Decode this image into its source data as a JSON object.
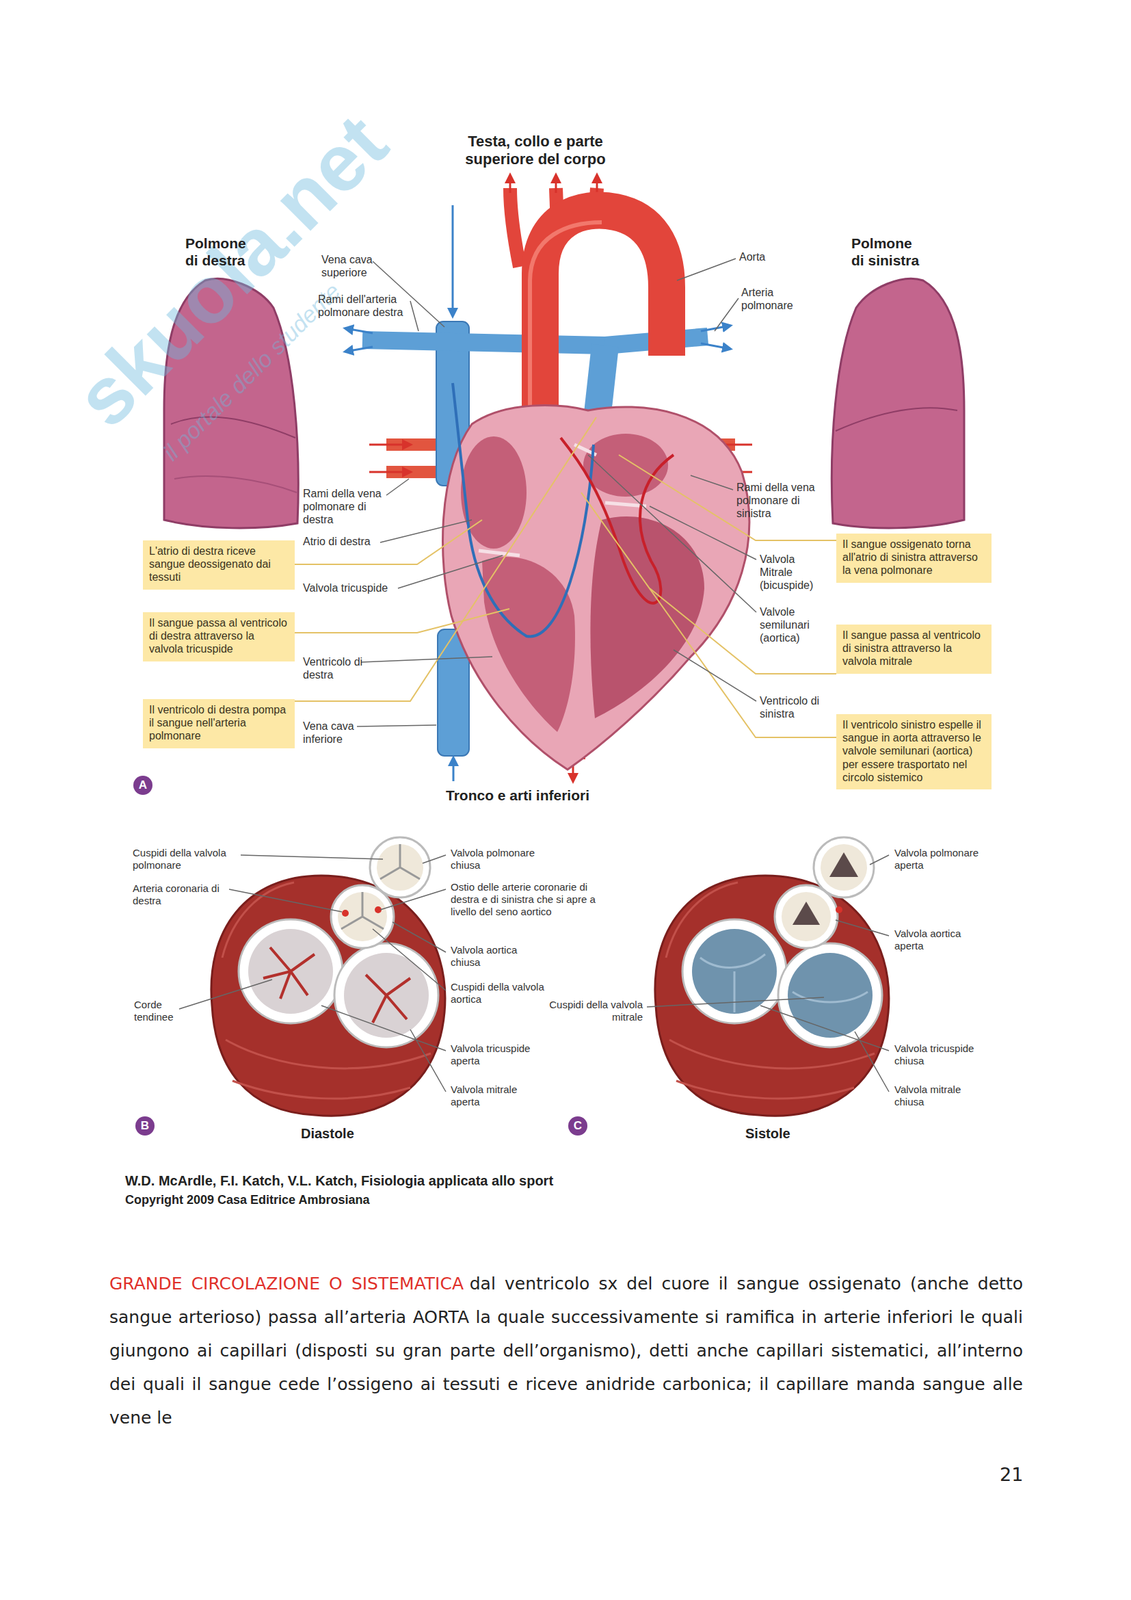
{
  "diagram": {
    "caption": "W.D. McArdle, F.I. Katch, V.L. Katch, Fisiologia applicata allo sport",
    "nodes": [
      {
        "text": [
          "L'atrio di destra riceve sangue deossigenato dai tessuti"
        ]
      },
      {
        "text": [
          "Il sangue passa al ventricolo di destra attraverso la valvola tricuspide"
        ]
      },
      {
        "text": [
          "Il ventricolo di destra pompa il sangue nell'arteria polmonare"
        ]
      },
      {
        "text": [
          "Il sangue ossigenato torna all'atrio di sinistra attraverso la vena polmonare"
        ]
      },
      {
        "text": [
          "Il sangue passa al ventricolo di sinistra attraverso la valvola mitrale"
        ]
      },
      {
        "text": [
          "Il ventricolo sinistro espelle il sangue in aorta attraverso le valvole semilunari (aortica) per essere trasportato nel circolo sistemico"
        ]
      },
      {
        "text": [
          "A"
        ]
      },
      {
        "text": [
          "B"
        ]
      },
      {
        "text": [
          "C"
        ]
      }
    ],
    "labels": [
      "skuola.net",
      "il portale dello studente",
      "Testa, collo e parte superiore del corpo",
      "Polmone di destra",
      "Vena cava superiore",
      "Rami dell'arteria polmonare destra",
      "Aorta",
      "Arteria polmonare",
      "Polmone di sinistra",
      "Rami della vena polmonare di destra",
      "Atrio di destra",
      "Rami della vena polmonare di sinistra",
      "Valvola tricuspide",
      "Valvola Mitrale (bicuspide)",
      "Valvole semilunari (aortica)",
      "Ventricolo di destra",
      "Ventricolo di sinistra",
      "Vena cava inferiore",
      "Tronco e arti inferiori",
      "Cuspidi della valvola polmonare",
      "Valvola polmonare chiusa",
      "Arteria coronaria di destra",
      "Ostio delle arterie coronarie di destra e di sinistra che si apre a livello del seno aortico",
      "Valvola aortica chiusa",
      "Cuspidi della valvola aortica",
      "Corde tendinee",
      "Cuspidi della valvola mitrale",
      "Valvola tricuspide aperta",
      "Valvola mitrale aperta",
      "Diastole",
      "Valvola polmonare aperta",
      "Valvola aortica aperta",
      "Valvola tricuspide chiusa",
      "Valvola mitrale chiusa",
      "Sistole",
      "Copyright 2009 Casa Editrice Ambrosiana",
      "GRANDE CIRCOLAZIONE O SISTEMATICA",
      "dal ventricolo sx del cuore il sangue ossigenato (anche detto sangue arterioso) passa all’arteria AORTA la quale successivamente si ramifica in arterie inferiori le quali giungono ai capillari (disposti su gran parte dell’organismo), detti anche capillari sistematici, all’interno dei quali il sangue cede l’ossigeno ai tessuti e riceve anidride carbonica; il capillare manda sangue alle vene le",
      "21"
    ]
  }
}
